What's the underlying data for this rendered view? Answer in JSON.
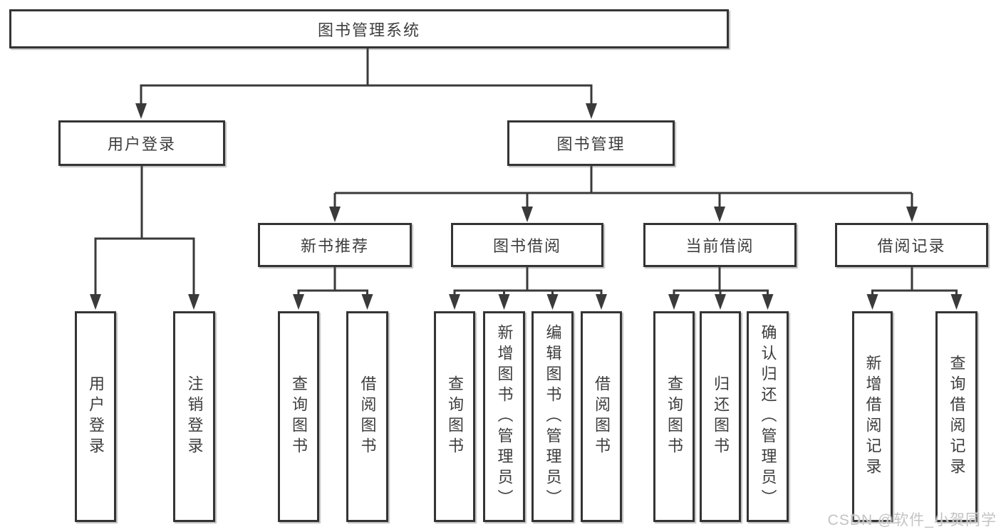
{
  "tree": {
    "root": {
      "label": "图书管理系统"
    },
    "branches": [
      {
        "label": "用户登录",
        "children": [
          {
            "label": "用户登录"
          },
          {
            "label": "注销登录"
          }
        ]
      },
      {
        "label": "图书管理",
        "children": [
          {
            "label": "新书推荐",
            "children": [
              {
                "label": "查询图书"
              },
              {
                "label": "借阅图书"
              }
            ]
          },
          {
            "label": "图书借阅",
            "children": [
              {
                "label": "查询图书"
              },
              {
                "label": "新增图书（管理员）"
              },
              {
                "label": "编辑图书（管理员）"
              },
              {
                "label": "借阅图书"
              }
            ]
          },
          {
            "label": "当前借阅",
            "children": [
              {
                "label": "查询图书"
              },
              {
                "label": "归还图书"
              },
              {
                "label": "确认归还（管理员）"
              }
            ]
          },
          {
            "label": "借阅记录",
            "children": [
              {
                "label": "新增借阅记录"
              },
              {
                "label": "查询借阅记录"
              }
            ]
          }
        ]
      }
    ]
  },
  "watermark": "CSDN @软件_小贺同学",
  "colors": {
    "background": "#ffffff",
    "box_fill": "#ffffff",
    "box_border": "#343434",
    "line": "#3a3a3a",
    "text": "#3d3d3d",
    "watermark": "#c3c3c3"
  }
}
